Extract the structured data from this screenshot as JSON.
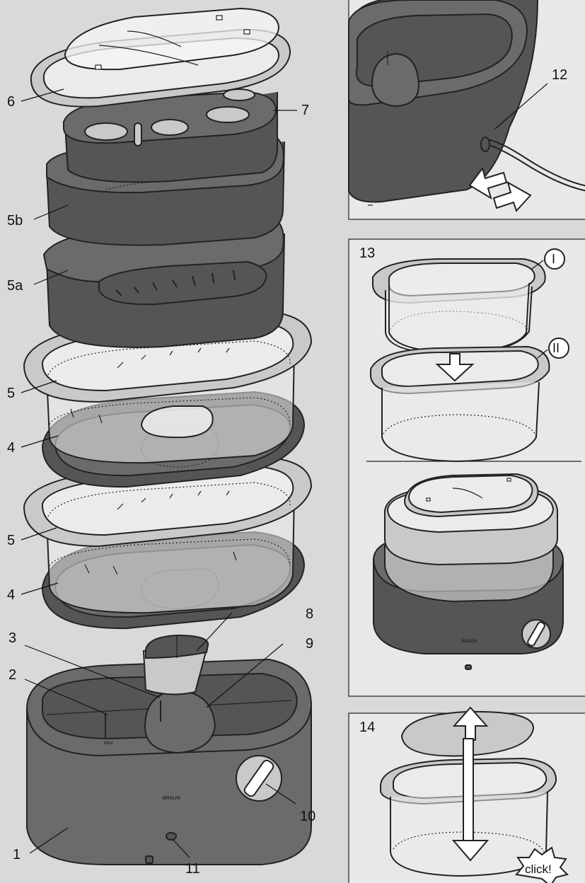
{
  "parts": [
    {
      "id": "part-1",
      "label": "1"
    },
    {
      "id": "part-2",
      "label": "2"
    },
    {
      "id": "part-3",
      "label": "3"
    },
    {
      "id": "part-4-upper",
      "label": "4"
    },
    {
      "id": "part-4-lower",
      "label": "4"
    },
    {
      "id": "part-5-upper",
      "label": "5"
    },
    {
      "id": "part-5-lower",
      "label": "5"
    },
    {
      "id": "part-5a",
      "label": "5a"
    },
    {
      "id": "part-5b",
      "label": "5b"
    },
    {
      "id": "part-6",
      "label": "6"
    },
    {
      "id": "part-7",
      "label": "7"
    },
    {
      "id": "part-8",
      "label": "8"
    },
    {
      "id": "part-9",
      "label": "9"
    },
    {
      "id": "part-10",
      "label": "10"
    },
    {
      "id": "part-11",
      "label": "11"
    },
    {
      "id": "part-12",
      "label": "12"
    }
  ],
  "panels": {
    "p13": {
      "number": "13",
      "marker_1": "I",
      "marker_2": "II"
    },
    "p14": {
      "number": "14",
      "click_text": "click!"
    }
  },
  "base_text": {
    "brand": "BRAUN",
    "max_mark": "MAX"
  }
}
